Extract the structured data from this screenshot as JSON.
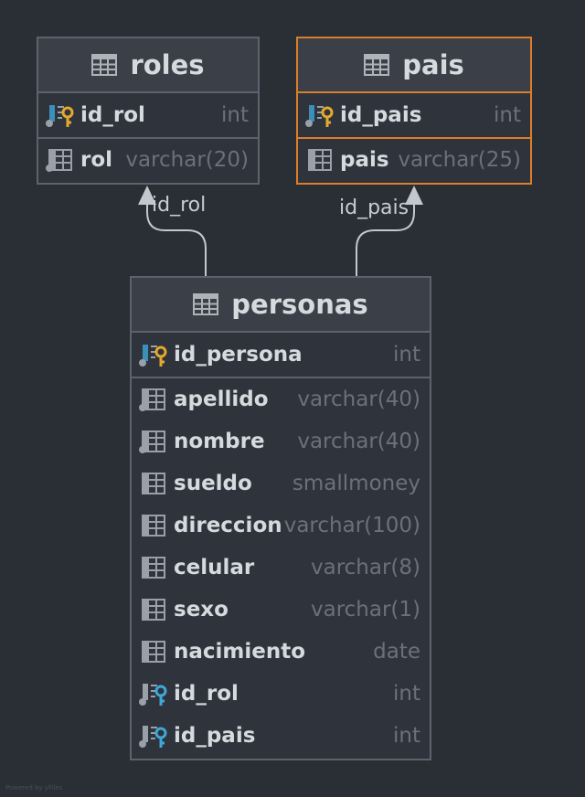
{
  "entities": {
    "roles": {
      "name": "roles",
      "columns": [
        {
          "name": "id_rol",
          "type": "int",
          "key": "pk"
        },
        {
          "name": "rol",
          "type": "varchar(20)",
          "key": "none"
        }
      ]
    },
    "pais": {
      "name": "pais",
      "highlighted": true,
      "columns": [
        {
          "name": "id_pais",
          "type": "int",
          "key": "pk"
        },
        {
          "name": "pais",
          "type": "varchar(25)",
          "key": "none"
        }
      ]
    },
    "personas": {
      "name": "personas",
      "columns": [
        {
          "name": "id_persona",
          "type": "int",
          "key": "pk"
        },
        {
          "name": "apellido",
          "type": "varchar(40)",
          "key": "none"
        },
        {
          "name": "nombre",
          "type": "varchar(40)",
          "key": "none"
        },
        {
          "name": "sueldo",
          "type": "smallmoney",
          "key": "none"
        },
        {
          "name": "direccion",
          "type": "varchar(100)",
          "key": "none"
        },
        {
          "name": "celular",
          "type": "varchar(8)",
          "key": "none"
        },
        {
          "name": "sexo",
          "type": "varchar(1)",
          "key": "none"
        },
        {
          "name": "nacimiento",
          "type": "date",
          "key": "none"
        },
        {
          "name": "id_rol",
          "type": "int",
          "key": "fk"
        },
        {
          "name": "id_pais",
          "type": "int",
          "key": "fk"
        }
      ]
    }
  },
  "relationships": [
    {
      "from": "personas.id_rol",
      "to": "roles.id_rol",
      "label": "id_rol"
    },
    {
      "from": "personas.id_pais",
      "to": "pais.id_pais",
      "label": "id_pais"
    }
  ],
  "watermark": "Powered by yFiles",
  "colors": {
    "background": "#2a2e35",
    "border": "#5d636d",
    "highlight_border": "#d97f2c",
    "pk_key": "#e3a92f",
    "fk_key": "#3ea8d8"
  }
}
